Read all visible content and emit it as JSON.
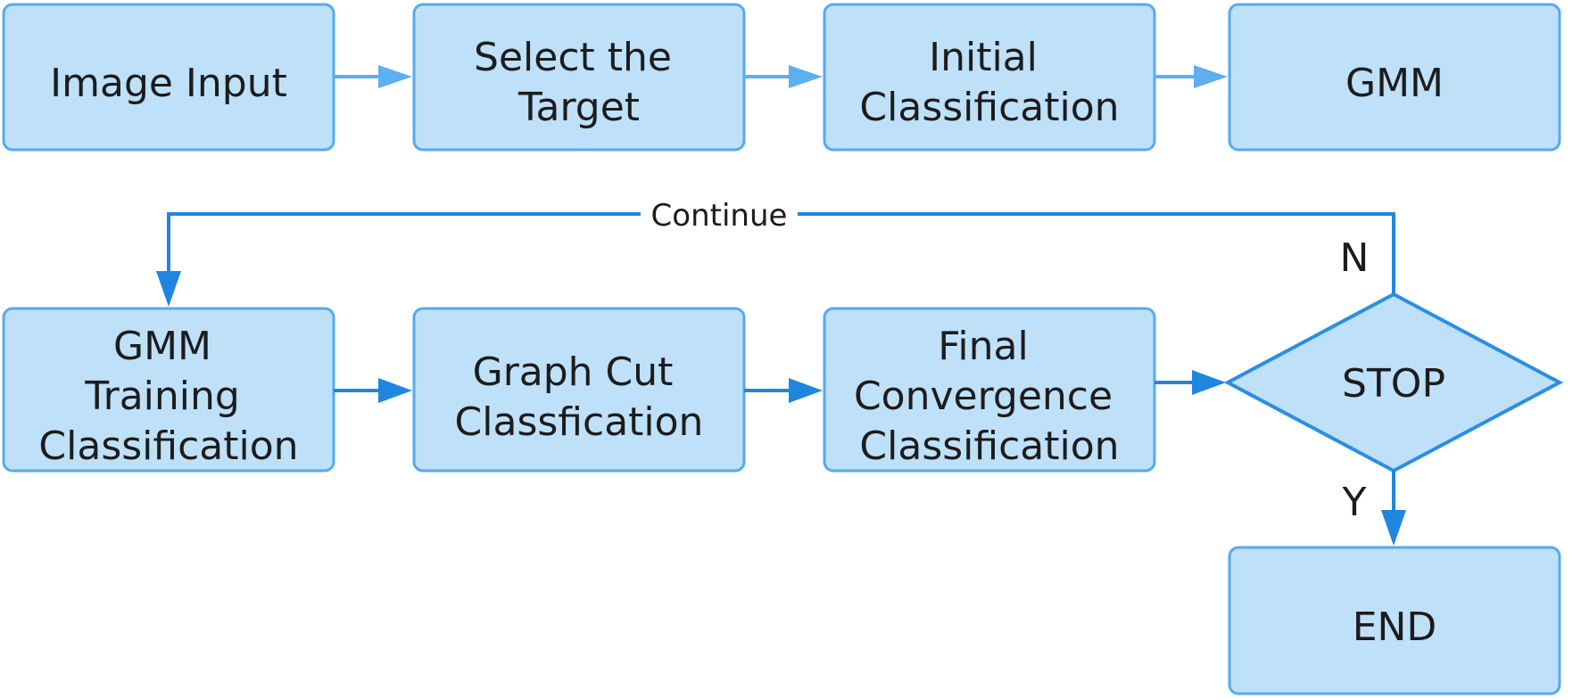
{
  "nodes": {
    "image_input": "Image Input",
    "select_target": [
      "Select the",
      "Target"
    ],
    "initial_classification": [
      "Initial",
      "Classification"
    ],
    "gmm": "GMM",
    "gmm_training": [
      "GMM",
      "Training",
      "Classification"
    ],
    "graph_cut": [
      "Graph Cut",
      "Classfication"
    ],
    "final_convergence": [
      "Final",
      "Convergence",
      "Classification"
    ],
    "stop": "STOP",
    "end": "END"
  },
  "edges": {
    "continue_label": "Continue",
    "no_label": "N",
    "yes_label": "Y"
  },
  "colors": {
    "box_fill": "#bfe0f9",
    "box_border": "#55aaee",
    "arrow_light": "#5daff0",
    "arrow_dark": "#1f86e0"
  }
}
